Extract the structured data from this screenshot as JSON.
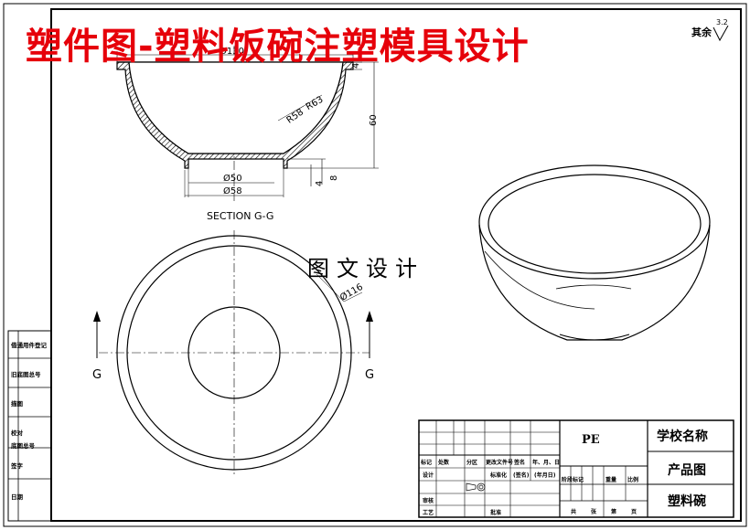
{
  "title": "塑件图-塑料饭碗注塑模具设计",
  "watermark": "图文设计",
  "roughness": {
    "label": "其余",
    "value": "3.2"
  },
  "section_label": "SECTION G-G",
  "section_marks": {
    "left": "G",
    "right": "G"
  },
  "dimensions": {
    "top_diameter": "Ø130",
    "rim_thickness": "4",
    "outer_radius": "R63",
    "inner_radius": "R58",
    "height": "60",
    "base_inner_diameter": "Ø50",
    "base_outer_diameter": "Ø58",
    "base_height": "8",
    "base_thickness": "4",
    "plan_diameter": "Ø116"
  },
  "side_column": [
    "借通用件登记",
    "旧底图总号",
    "描图",
    "校对",
    "底图总号",
    "签字",
    "日期"
  ],
  "title_block": {
    "material": "PE",
    "school": "学校名称",
    "drawing_type": "产品图",
    "part_name": "塑料碗",
    "header_cells": [
      "标记",
      "处数",
      "分区",
      "更改文件号",
      "签名",
      "年、月、日"
    ],
    "rows": [
      {
        "label": "设计",
        "std": "标准化",
        "sign": "(签名)",
        "date": "(年月日)"
      },
      {
        "label": "审核"
      },
      {
        "label": "工艺",
        "approve": "批准"
      }
    ],
    "stage_cells": [
      "阶段标记",
      "重量",
      "比例"
    ],
    "sheet_cells": [
      "共",
      "张",
      "第",
      "页"
    ]
  }
}
